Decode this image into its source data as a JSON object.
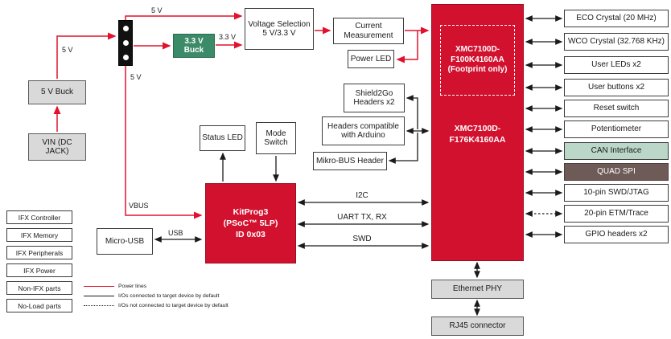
{
  "colors": {
    "ifx_red": "#D2112F",
    "ifx_green": "#3B8A68",
    "ifx_light_green": "#BBD7C8",
    "ifx_brown": "#6E5B58",
    "gray_box": "#D9D9D9",
    "power_line_red": "#E2122E",
    "io_line_black": "#1A1A1A"
  },
  "boxes": {
    "vin": "VIN (DC JACK)",
    "buck5": "5 V Buck",
    "buck33": "3.3 V Buck",
    "voltage_selection": "Voltage Selection\n5 V/3.3 V",
    "current_measurement": "Current\nMeasurement",
    "power_led": "Power LED",
    "xmc_footprint": "XMC7100D-\nF100K4160AA\n(Footprint only)",
    "xmc_main": "XMC7100D-\nF176K4160AA",
    "shield2go": "Shield2Go\nHeaders x2",
    "arduino": "Headers compatible\nwith Arduino",
    "mikrobus": "Mikro-BUS Header",
    "status_led": "Status LED",
    "mode_switch": "Mode\nSwitch",
    "kitprog": "KitProg3\n(PSoC™ 5LP)\nID 0x03",
    "micro_usb": "Micro-USB",
    "ethernet_phy": "Ethernet PHY",
    "rj45": "RJ45 connector"
  },
  "right_column": [
    {
      "label": "ECO Crystal (20 MHz)",
      "style": "plain"
    },
    {
      "label": "WCO Crystal (32.768 KHz)",
      "style": "plain"
    },
    {
      "label": "User LEDs x2",
      "style": "plain"
    },
    {
      "label": "User buttons x2",
      "style": "plain"
    },
    {
      "label": "Reset switch",
      "style": "plain"
    },
    {
      "label": "Potentiometer",
      "style": "plain"
    },
    {
      "label": "CAN Interface",
      "style": "peripheral"
    },
    {
      "label": "QUAD SPI",
      "style": "memory"
    },
    {
      "label": "10-pin SWD/JTAG",
      "style": "plain"
    },
    {
      "label": "20-pin ETM/Trace",
      "style": "plain"
    },
    {
      "label": "GPIO headers x2",
      "style": "plain"
    }
  ],
  "wire_labels": {
    "v5_left": "5 V",
    "v5_top": "5 V",
    "v5_rail": "5 V",
    "v33": "3.3 V",
    "vbus": "VBUS",
    "usb": "USB",
    "i2c": "I2C",
    "uart": "UART TX, RX",
    "swd": "SWD"
  },
  "legend": {
    "swatches": [
      {
        "label": "IFX Controller",
        "style": "controller"
      },
      {
        "label": "IFX Memory",
        "style": "memory"
      },
      {
        "label": "IFX Peripherals",
        "style": "peripheral"
      },
      {
        "label": "IFX Power",
        "style": "power"
      },
      {
        "label": "Non-IFX parts",
        "style": "plain"
      },
      {
        "label": "No-Load parts",
        "style": "noload"
      }
    ],
    "lines": [
      {
        "label": "Power lines",
        "style": "power"
      },
      {
        "label": "I/Os connected to target device by default",
        "style": "solid"
      },
      {
        "label": "I/Os not connected to target device by default",
        "style": "dotted"
      }
    ]
  }
}
